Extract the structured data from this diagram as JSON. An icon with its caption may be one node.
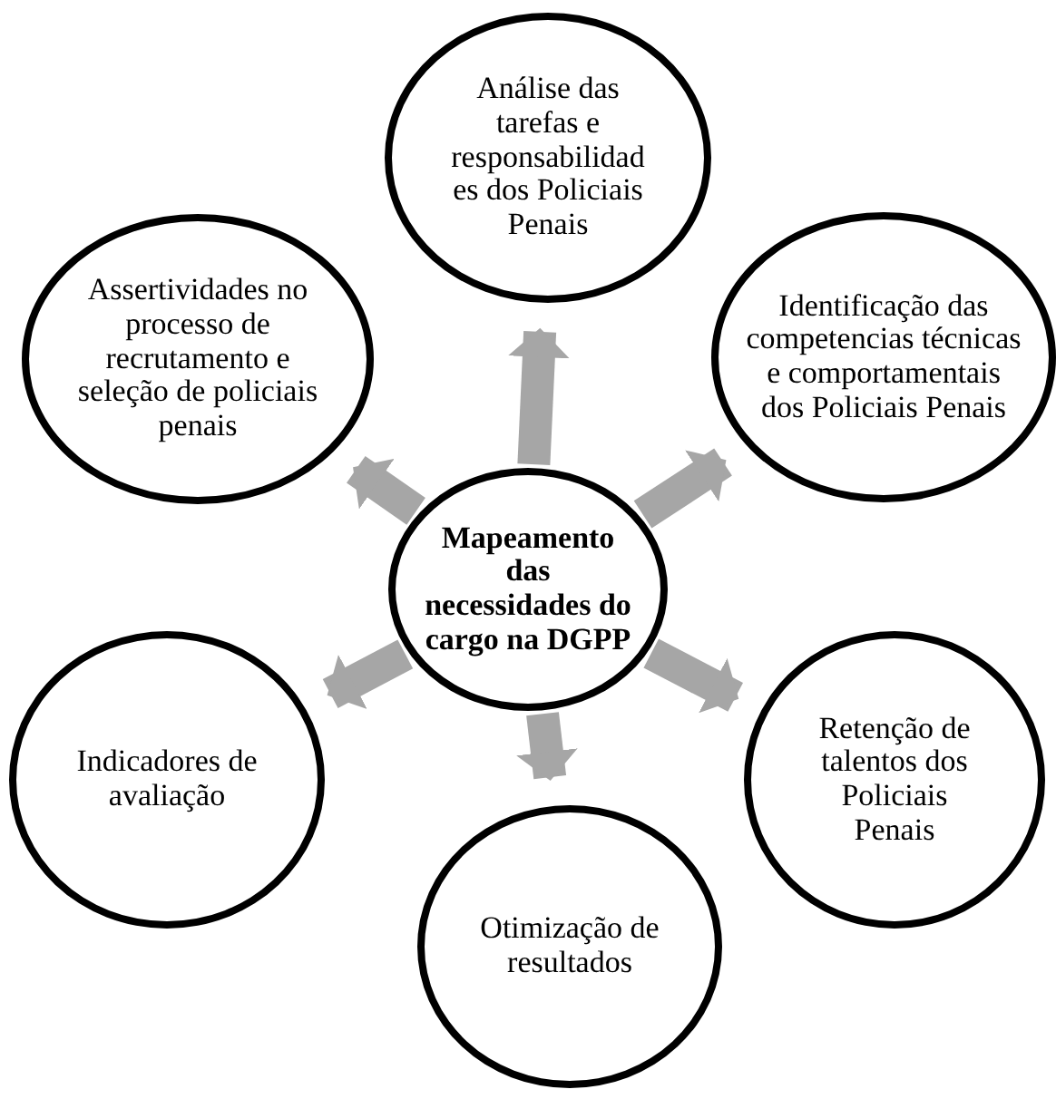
{
  "diagram": {
    "nodes": [
      {
        "text": [
          "Análise das tarefas e responsabilidades dos Policiais Penais"
        ]
      },
      {
        "text": [
          "Assertividades no processo de recrutamento e seleção de policiais penais"
        ]
      },
      {
        "text": [
          "Identificação das competencias técnicas e comportamentais dos Policiais Penais"
        ]
      },
      {
        "text": [
          "Mapeamento das necessidades do cargo na DGPP"
        ]
      },
      {
        "text": [
          "Indicadores de avaliação"
        ]
      },
      {
        "text": [
          "Retenção de talentos dos Policiais Penais"
        ]
      },
      {
        "text": [
          "Otimização de resultados"
        ]
      }
    ],
    "edges": [
      {
        "from": 3,
        "to": 0,
        "arrow": "to"
      },
      {
        "from": 3,
        "to": 1,
        "arrow": "to"
      },
      {
        "from": 3,
        "to": 2,
        "arrow": "to"
      },
      {
        "from": 3,
        "to": 4,
        "arrow": "to"
      },
      {
        "from": 3,
        "to": 5,
        "arrow": "to"
      },
      {
        "from": 3,
        "to": 6,
        "arrow": "to"
      }
    ]
  }
}
